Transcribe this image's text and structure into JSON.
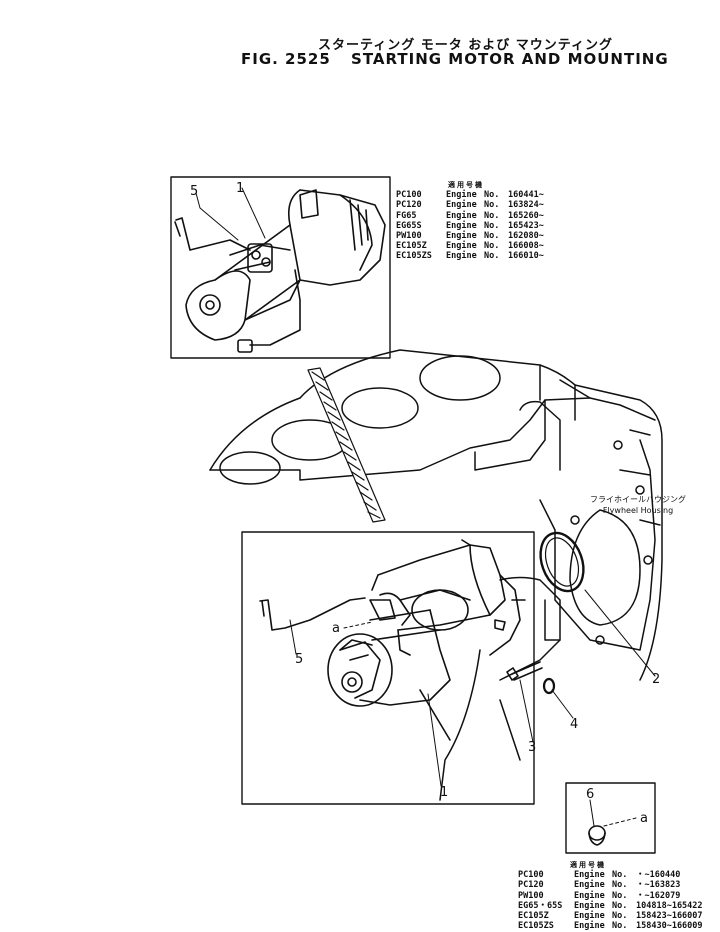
{
  "figure": {
    "title_jp": "スターティング モータ および マウンティング",
    "fig_no": "FIG. 2525",
    "title_en": "STARTING MOTOR AND MOUNTING"
  },
  "serial_table_top": {
    "header": "適用号機",
    "rows": [
      {
        "model": "PC100",
        "engine": "Engine",
        "no": "No.",
        "range": "160441~"
      },
      {
        "model": "PC120",
        "engine": "Engine",
        "no": "No.",
        "range": "163824~"
      },
      {
        "model": "FG65",
        "engine": "Engine",
        "no": "No.",
        "range": "165260~"
      },
      {
        "model": "EG65S",
        "engine": "Engine",
        "no": "No.",
        "range": "165423~"
      },
      {
        "model": "PW100",
        "engine": "Engine",
        "no": "No.",
        "range": "162080~"
      },
      {
        "model": "EC105Z",
        "engine": "Engine",
        "no": "No.",
        "range": "166008~"
      },
      {
        "model": "EC105ZS",
        "engine": "Engine",
        "no": "No.",
        "range": "166010~"
      }
    ]
  },
  "serial_table_bottom": {
    "header": "適用号機",
    "rows": [
      {
        "model": "PC100",
        "engine": "Engine",
        "no": "No.",
        "range": "・~160440"
      },
      {
        "model": "PC120",
        "engine": "Engine",
        "no": "No.",
        "range": "・~163823"
      },
      {
        "model": "PW100",
        "engine": "Engine",
        "no": "No.",
        "range": "・~162079"
      },
      {
        "model": "EG65・65S",
        "engine": "Engine",
        "no": "No.",
        "range": "104818~165422"
      },
      {
        "model": "EC105Z",
        "engine": "Engine",
        "no": "No.",
        "range": "158423~166007"
      },
      {
        "model": "EC105ZS",
        "engine": "Engine",
        "no": "No.",
        "range": "158430~166009"
      }
    ]
  },
  "flywheel_label": {
    "jp": "フライホイールハウジング",
    "en": "Flywheel Housing"
  },
  "callouts": {
    "top_5": "5",
    "top_1": "1",
    "main_5": "5",
    "main_a": "a",
    "main_1": "1",
    "part_2": "2",
    "part_3": "3",
    "part_4": "4",
    "inset_6": "6",
    "inset_a": "a"
  }
}
